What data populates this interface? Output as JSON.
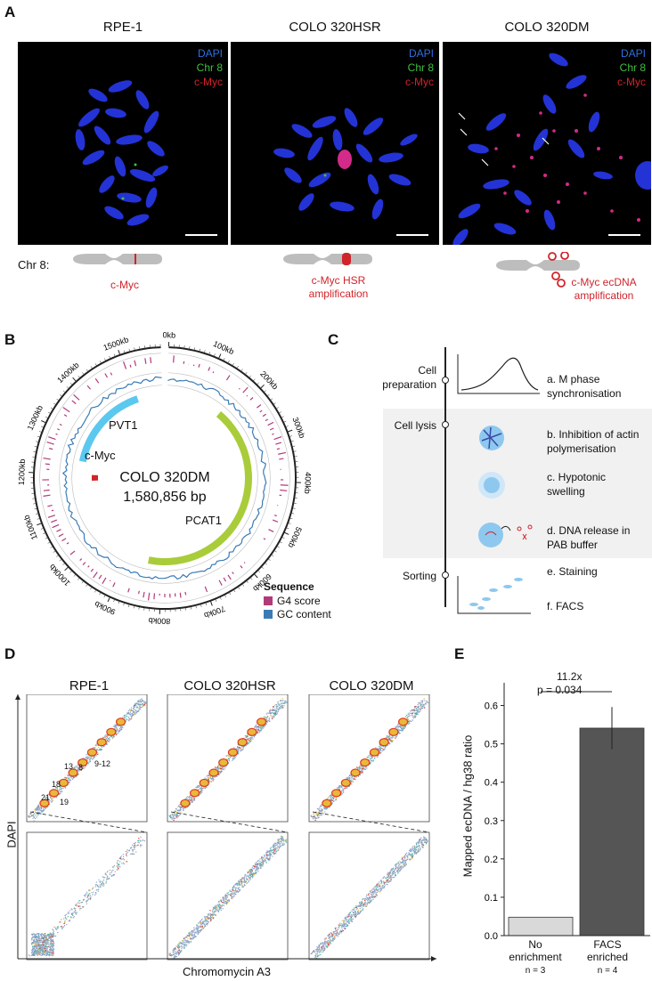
{
  "panel_labels": {
    "a": "A",
    "b": "B",
    "c": "C",
    "d": "D",
    "e": "E"
  },
  "a": {
    "titles": [
      "RPE-1",
      "COLO 320HSR",
      "COLO 320DM"
    ],
    "legend": {
      "dapi": "DAPI",
      "chr8": "Chr 8",
      "cmyc": "c-Myc"
    },
    "chr_label": "Chr 8:",
    "captions": [
      "c-Myc",
      "c-Myc HSR\namplification",
      "c-Myc ecDNA\namplification"
    ],
    "colors": {
      "dapi": "#2f6fe0",
      "chr8": "#3fbf3f",
      "cmyc": "#d0242b",
      "chromosome": "#bdbdbd"
    }
  },
  "b": {
    "center_title": "COLO 320DM",
    "center_size": "1,580,856 bp",
    "features": [
      "PVT1",
      "c-Myc",
      "PCAT1"
    ],
    "ticks": [
      "0kb",
      "100kb",
      "200kb",
      "300kb",
      "400kb",
      "500kb",
      "600kb",
      "700kb",
      "800kb",
      "900kb",
      "1000kb",
      "1100kb",
      "1200kb",
      "1300kb",
      "1400kb",
      "1500kb"
    ],
    "legend_title": "Sequence",
    "legend_items": [
      {
        "label": "G4 score",
        "color": "#b23a7a"
      },
      {
        "label": "GC content",
        "color": "#3b7bb5"
      }
    ],
    "colors": {
      "pvt1": "#5bc8ef",
      "pcat1": "#a9cc3a",
      "cmyc": "#d0242b",
      "g4": "#b23a7a",
      "gc": "#3b7bb5"
    }
  },
  "c": {
    "sections": [
      "Cell\npreparation",
      "Cell lysis",
      "Sorting"
    ],
    "steps": [
      "a. M phase\nsynchronisation",
      "b. Inhibition of actin\npolymerisation",
      "c. Hypotonic\nswelling",
      "d. DNA release in\nPAB buffer",
      "e. Staining",
      "f. FACS"
    ]
  },
  "d": {
    "titles": [
      "RPE-1",
      "COLO 320HSR",
      "COLO 320DM"
    ],
    "ylabel": "DAPI",
    "xlabel": "Chromomycin A3",
    "chrom_labels": [
      "13",
      "8",
      "9-12",
      "18",
      "21",
      "19"
    ]
  },
  "e": {
    "ylabel": "Mapped ecDNA / hg38 ratio",
    "annotation": "11.2x",
    "pvalue": "p = 0.034",
    "chart_data": {
      "type": "bar",
      "categories": [
        "No\nenrichment",
        "FACS\nenriched"
      ],
      "values": [
        0.048,
        0.541
      ],
      "error": [
        0,
        0.055
      ],
      "n": [
        "n = 3",
        "n = 4"
      ],
      "ylabel": "Mapped ecDNA / hg38 ratio",
      "ylim": [
        0,
        0.65
      ],
      "yticks": [
        "0.0",
        "0.1",
        "0.2",
        "0.3",
        "0.4",
        "0.5",
        "0.6"
      ],
      "colors": [
        "#d9d9d9",
        "#555555"
      ]
    }
  }
}
